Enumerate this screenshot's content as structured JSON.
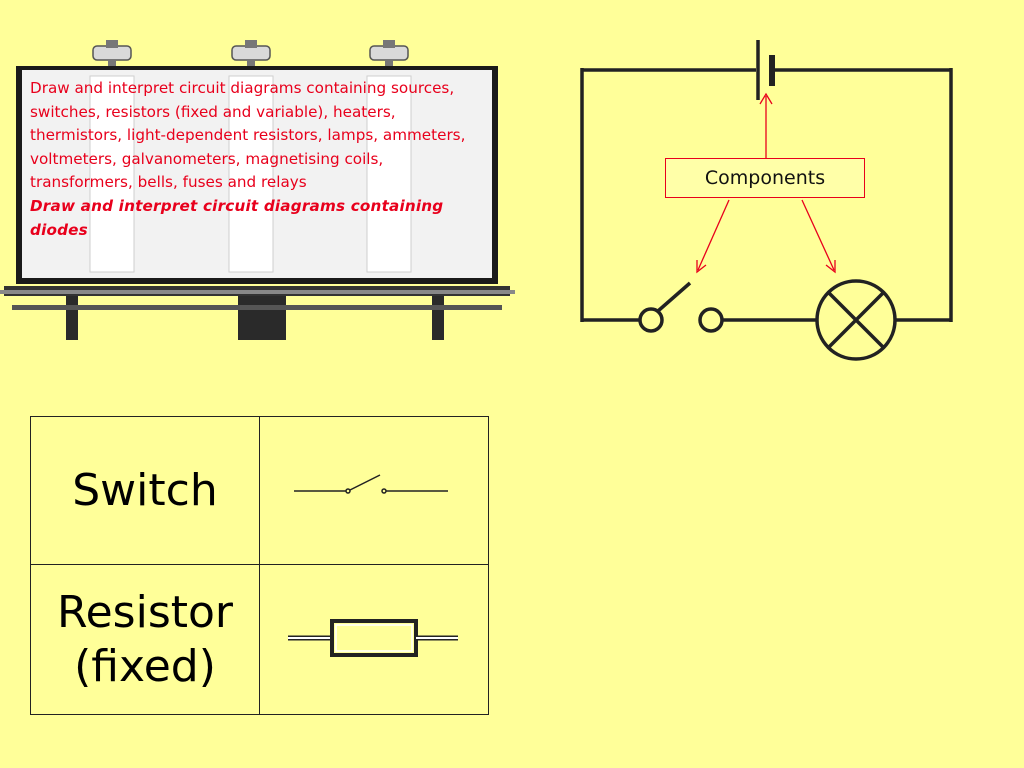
{
  "billboard": {
    "main_text": "Draw and interpret circuit diagrams containing sources, switches, resistors (fixed and variable), heaters, thermistors, light-dependent resistors, lamps, ammeters, voltmeters, galvanometers, magnetising coils, transformers, bells, fuses and relays",
    "extra_text": "Draw and interpret circuit diagrams containing diodes"
  },
  "circuit": {
    "components_label": "Components"
  },
  "symbol_table": {
    "rows": [
      {
        "name": "Switch",
        "symbol": "switch-symbol"
      },
      {
        "name": "Resistor (fixed)",
        "symbol": "resistor-symbol"
      }
    ]
  },
  "colors": {
    "background": "#FFFF99",
    "highlight_red": "#E8001C",
    "line_dark": "#222222"
  }
}
